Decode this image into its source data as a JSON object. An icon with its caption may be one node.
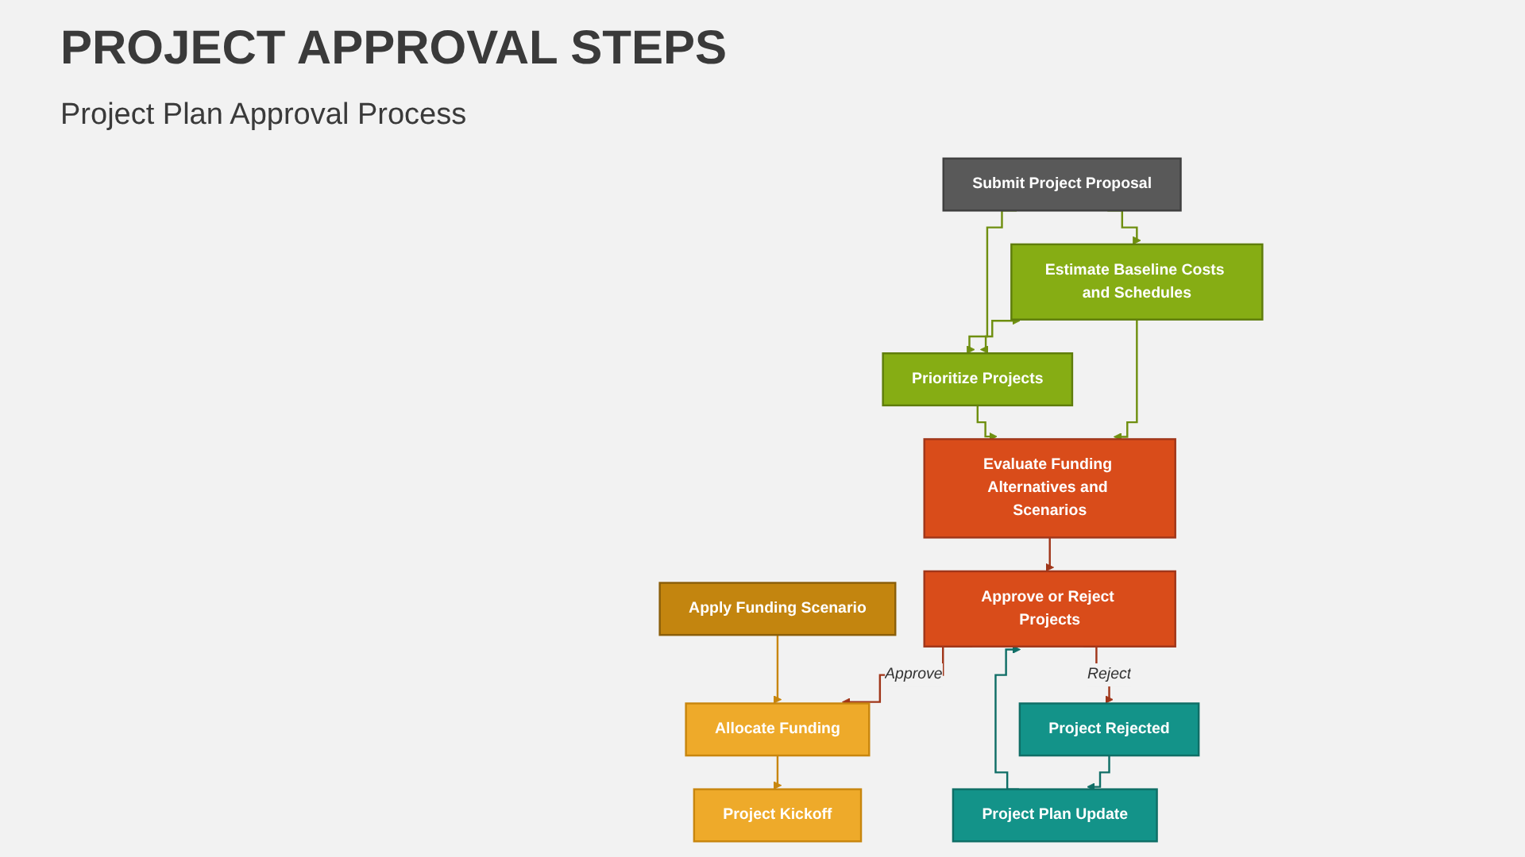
{
  "diagram": {
    "title": "PROJECT APPROVAL STEPS",
    "caption": "Project Plan Approval Process",
    "nodes": [
      {
        "text": [
          "Submit Project Proposal"
        ]
      },
      {
        "text": [
          "Estimate Baseline Costs and Schedules"
        ]
      },
      {
        "text": [
          "Prioritize Projects"
        ]
      },
      {
        "text": [
          "Evaluate Funding Alternatives and Scenarios"
        ]
      },
      {
        "text": [
          "Approve or Reject Projects"
        ]
      },
      {
        "text": [
          "Apply Funding Scenario"
        ]
      },
      {
        "text": [
          "Allocate Funding"
        ]
      },
      {
        "text": [
          "Project Kickoff"
        ]
      },
      {
        "text": [
          "Project Rejected"
        ]
      },
      {
        "text": [
          "Project Plan Update"
        ]
      }
    ],
    "edges": [
      {
        "from": 0,
        "to": 1,
        "arrow": "to"
      },
      {
        "from": 0,
        "to": 2,
        "arrow": "to"
      },
      {
        "from": 1,
        "to": 2,
        "arrow": "both"
      },
      {
        "from": 1,
        "to": 3,
        "arrow": "to"
      },
      {
        "from": 2,
        "to": 3,
        "arrow": "to"
      },
      {
        "from": 3,
        "to": 4,
        "arrow": "to",
        "color": "#a0361a"
      },
      {
        "from": 4,
        "to": 6,
        "arrow": "to",
        "label": "Approve",
        "color": "#a0361a"
      },
      {
        "from": 4,
        "to": 8,
        "arrow": "to",
        "label": "Reject",
        "color": "#a0361a"
      },
      {
        "from": 5,
        "to": 6,
        "arrow": "to",
        "color": "#c8860e"
      },
      {
        "from": 6,
        "to": 7,
        "arrow": "to",
        "color": "#c8860e"
      },
      {
        "from": 8,
        "to": 9,
        "arrow": "to",
        "color": "#0f6e66"
      },
      {
        "from": 9,
        "to": 4,
        "arrow": "to",
        "color": "#0f6e66"
      }
    ]
  }
}
